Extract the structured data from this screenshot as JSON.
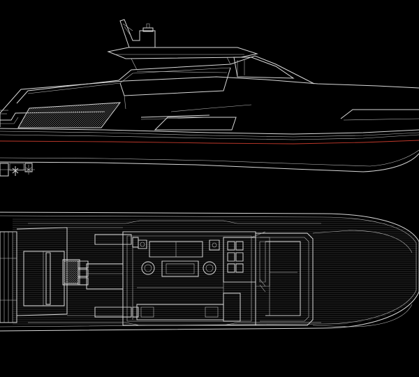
{
  "drawing": {
    "kind": "yacht general arrangement line drawing",
    "views": [
      "side-profile",
      "deck-plan"
    ],
    "background_color": "#000000",
    "line_color": "#d8d8d8",
    "waterline_color": "#c0392b"
  }
}
